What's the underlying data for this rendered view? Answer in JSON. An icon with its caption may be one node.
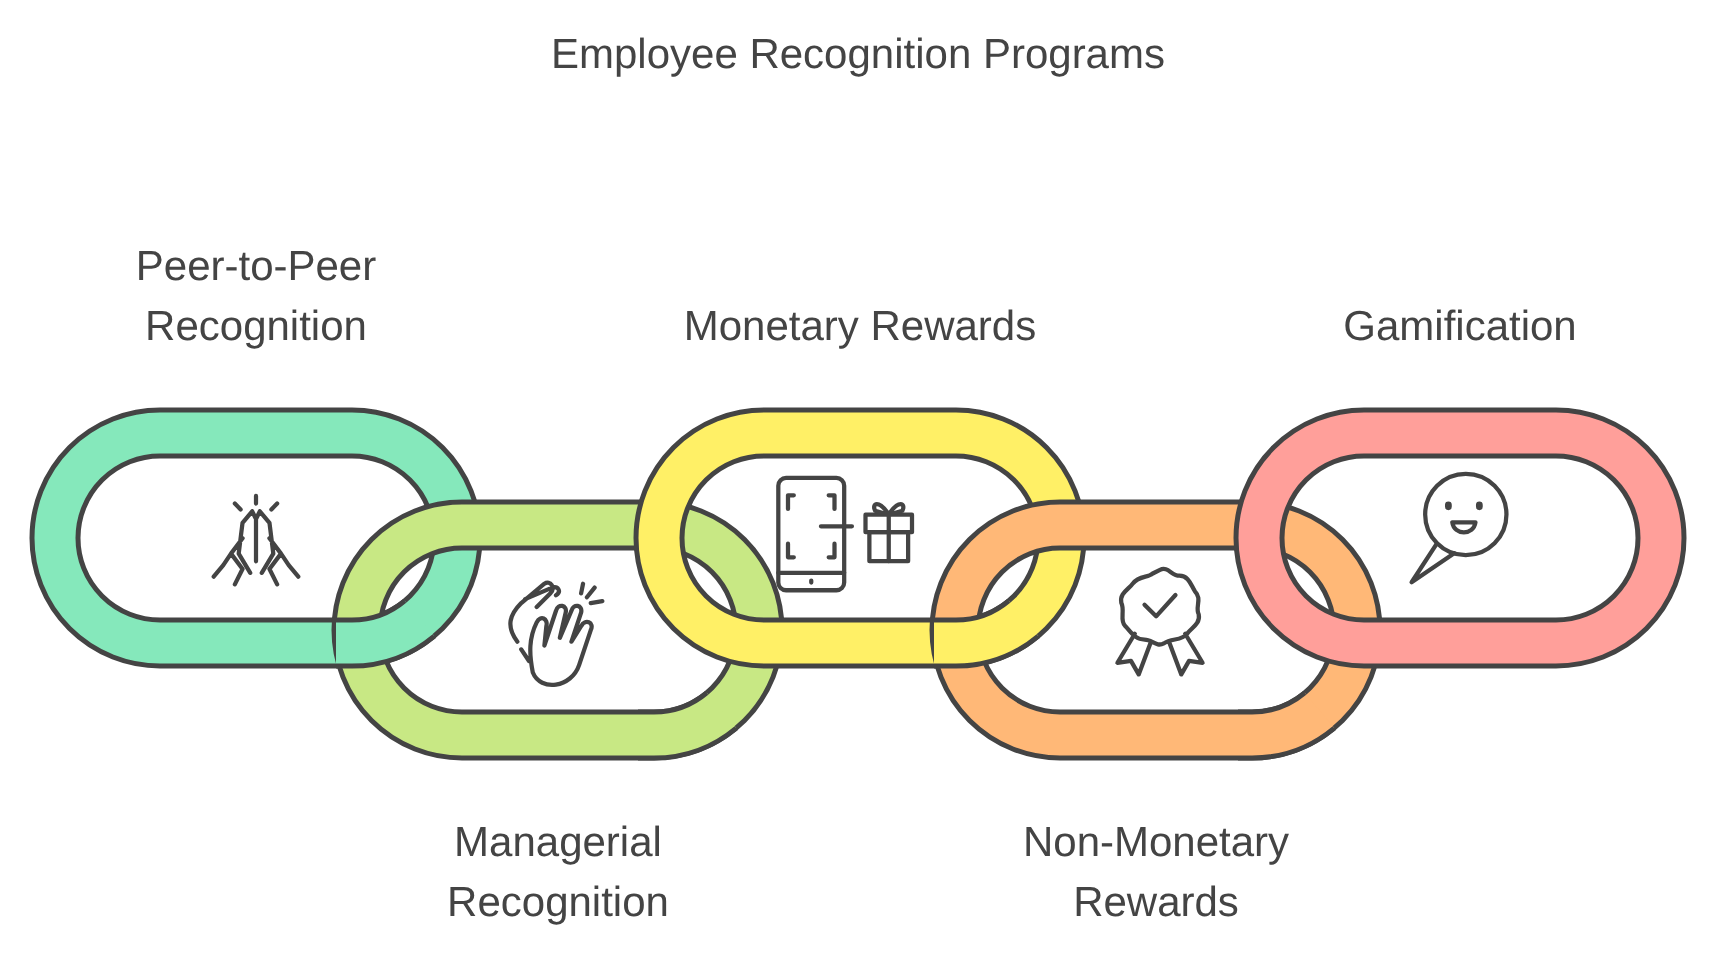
{
  "diagram": {
    "title": "Employee Recognition Programs",
    "nodes": [
      {
        "text": [
          "Peer-to-Peer Recognition"
        ]
      },
      {
        "text": [
          "Managerial Recognition"
        ]
      },
      {
        "text": [
          "Monetary Rewards"
        ]
      },
      {
        "text": [
          "Non-Monetary Rewards"
        ]
      },
      {
        "text": [
          "Gamification"
        ]
      }
    ],
    "edges": []
  }
}
